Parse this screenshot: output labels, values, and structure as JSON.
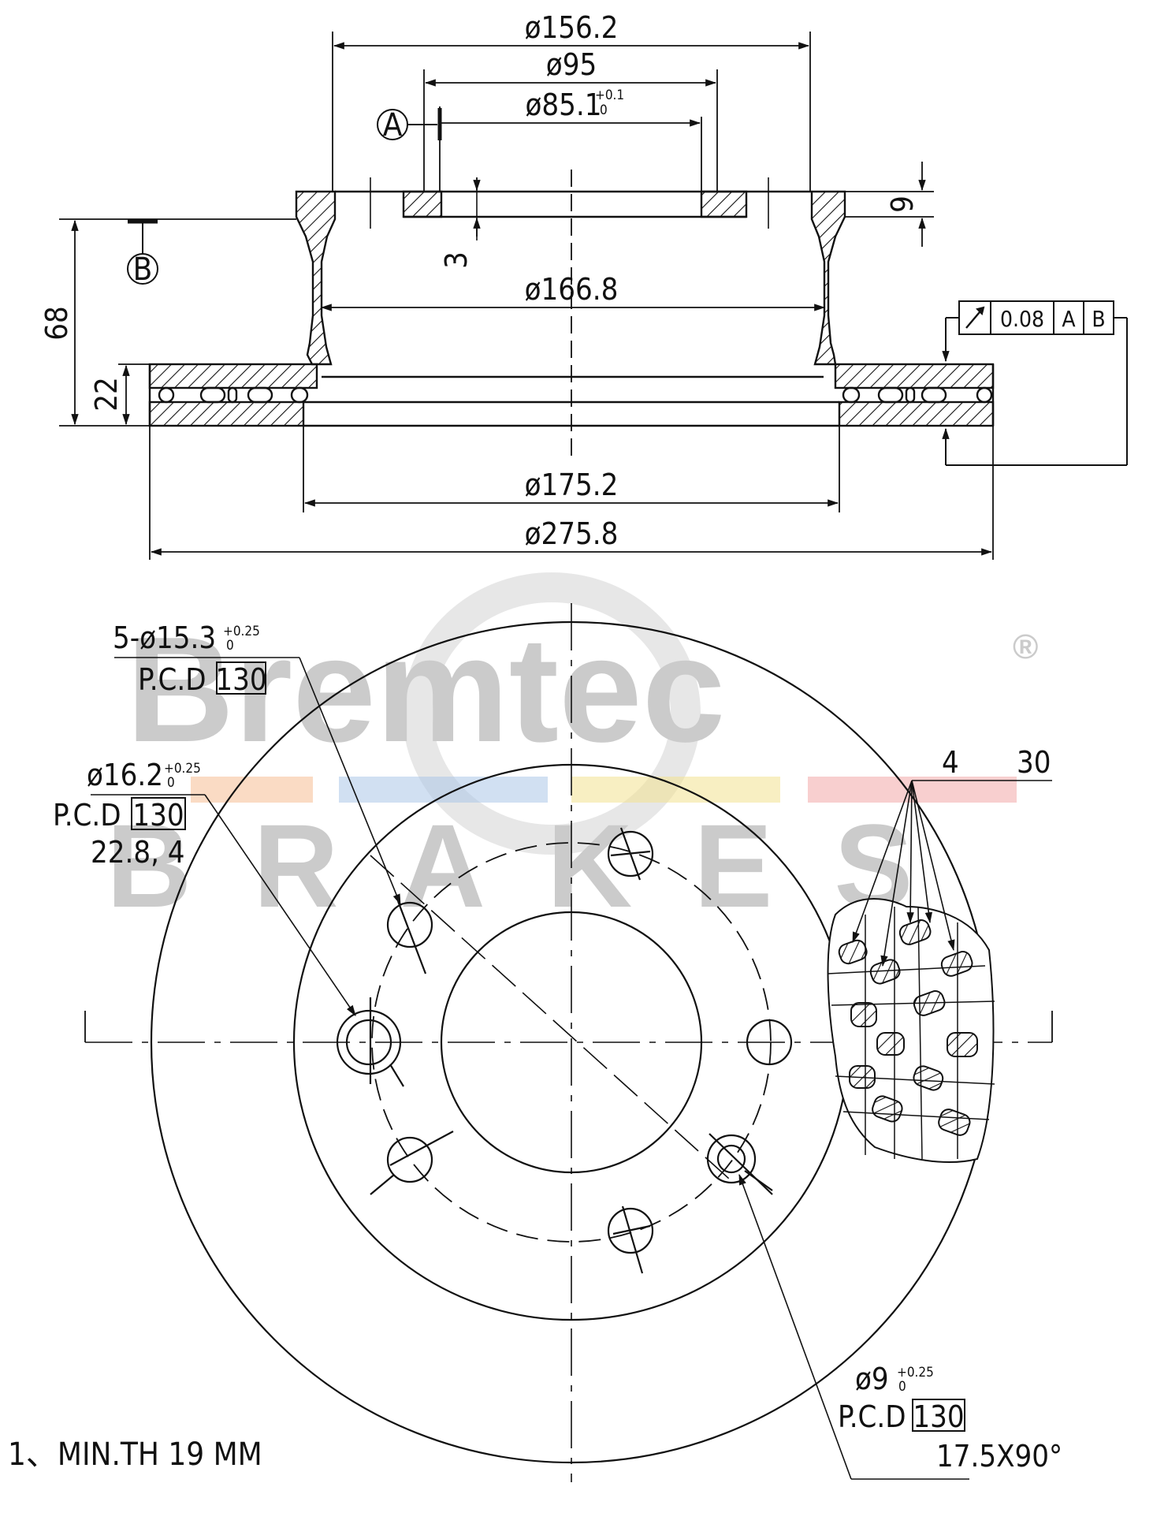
{
  "watermark": {
    "brand": "Bremtec",
    "sub": "BRAKES",
    "registered": "®",
    "stripe_colors": [
      "#f6b98e",
      "#a7c3e6",
      "#f3e08a",
      "#f2a3a3"
    ]
  },
  "section_view": {
    "dia_156_2": "ø156.2",
    "dia_95": "ø95",
    "dia_85_1": "ø85.1",
    "dia_85_1_tol_upper": "+0.1",
    "dia_85_1_tol_lower": "0",
    "dia_166_8": "ø166.8",
    "dia_175_2": "ø175.2",
    "dia_275_8": "ø275.8",
    "height_68": "68",
    "thickness_22": "22",
    "dim_9": "9",
    "dim_3": "3",
    "datum_a": "A",
    "datum_b": "B",
    "tolerance": {
      "value": "0.08",
      "datum_1": "A",
      "datum_2": "B"
    }
  },
  "plan_view": {
    "bolt_holes": {
      "callout": "5-ø15.3",
      "tol_upper": "+0.25",
      "tol_lower": "0",
      "pcd_label": "P.C.D",
      "pcd_value": "130"
    },
    "center_hole": {
      "callout": "ø16.2",
      "tol_upper": "+0.25",
      "tol_lower": "0",
      "pcd_label": "P.C.D",
      "pcd_value": "130",
      "extra": "22.8, 4"
    },
    "small_holes": {
      "callout": "ø9",
      "tol_upper": "+0.25",
      "tol_lower": "0",
      "pcd_label": "P.C.D",
      "pcd_value": "130",
      "extra": "17.5X90°"
    },
    "vent_count": "4",
    "vent_spec": "30"
  },
  "notes": {
    "min_thickness": "1、MIN.TH 19 MM"
  }
}
